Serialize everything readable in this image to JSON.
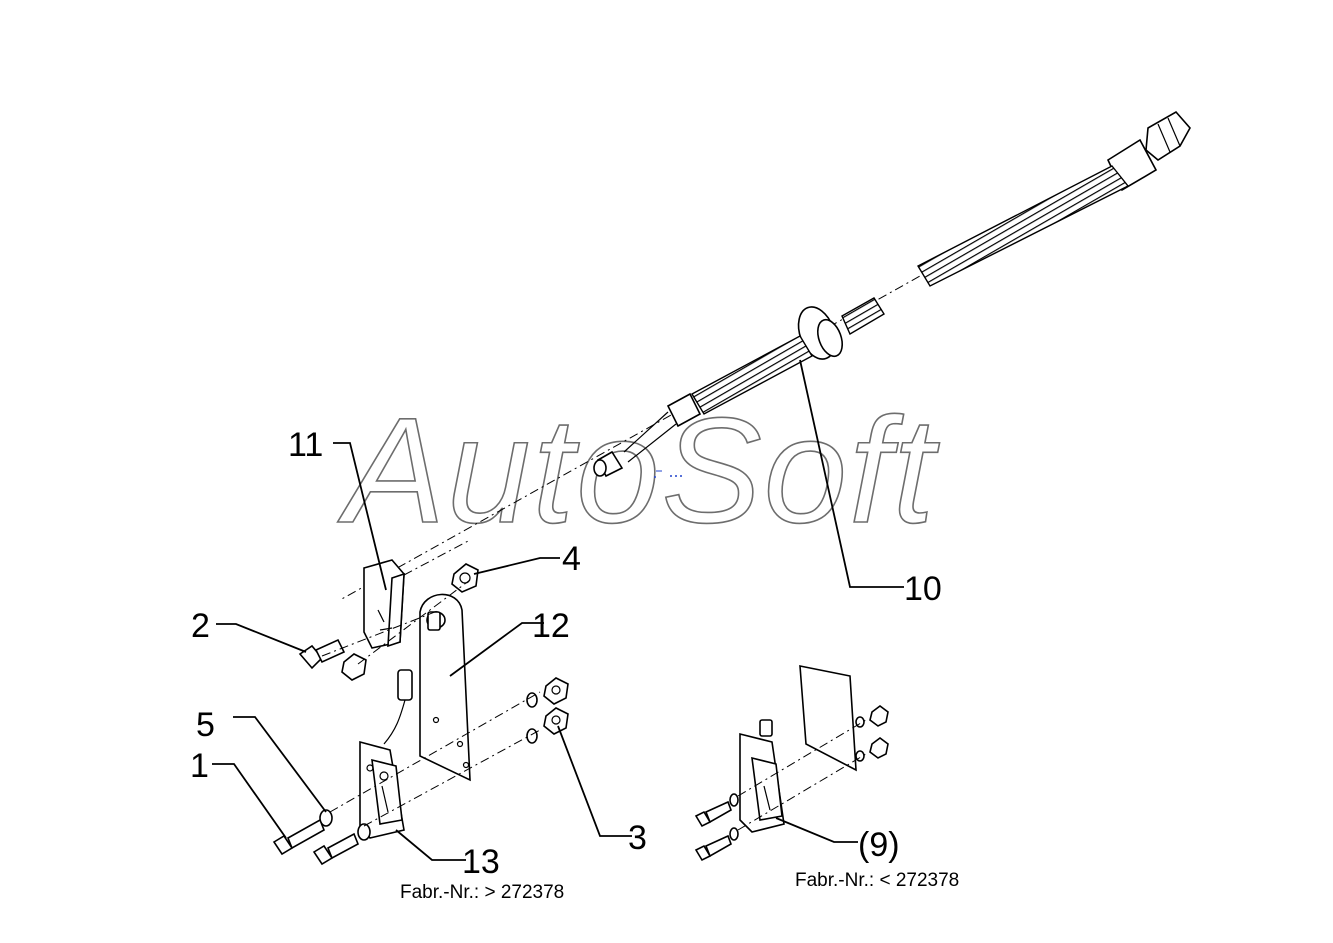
{
  "watermark": "AutoSoft",
  "callouts": {
    "c1": "1",
    "c2": "2",
    "c3": "3",
    "c4": "4",
    "c5": "5",
    "c9": "(9)",
    "c10": "10",
    "c11": "11",
    "c12": "12",
    "c13": "13"
  },
  "notes": {
    "left": "Fabr.-Nr.: > 272378",
    "right": "Fabr.-Nr.: < 272378"
  },
  "colors": {
    "line": "#000000",
    "watermark": "#6d6d6d",
    "background": "#ffffff"
  }
}
